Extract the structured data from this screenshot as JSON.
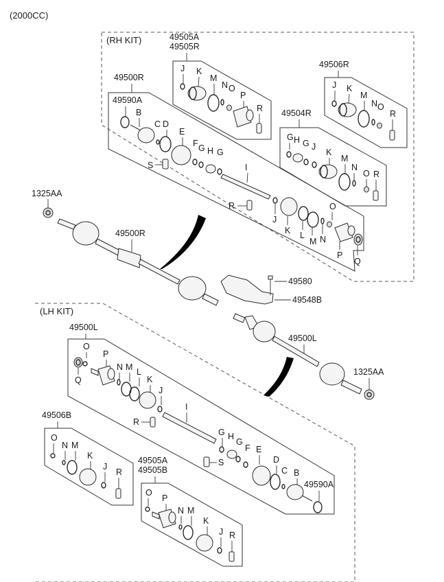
{
  "header": {
    "engine_label": "(2000CC)"
  },
  "rh_kit": {
    "title": "(RH KIT)",
    "assembly_label": "49500R",
    "groups": {
      "main": {
        "label": "49500R",
        "parts": [
          "49590A",
          "B",
          "C",
          "D",
          "E",
          "F",
          "G",
          "H",
          "G",
          "S",
          "I",
          "R",
          "J",
          "K",
          "L",
          "M",
          "N",
          "O",
          "P",
          "Q"
        ]
      },
      "kit_49505": {
        "labels": [
          "49505A",
          "49505R"
        ],
        "parts": [
          "J",
          "K",
          "M",
          "N",
          "O",
          "P",
          "R"
        ]
      },
      "kit_49506": {
        "label": "49506R",
        "parts": [
          "J",
          "K",
          "M",
          "N",
          "O",
          "R"
        ]
      },
      "kit_49504": {
        "label": "49504R",
        "parts": [
          "G",
          "H",
          "G",
          "J",
          "K",
          "M",
          "N",
          "O",
          "R"
        ]
      }
    }
  },
  "lh_kit": {
    "title": "(LH KIT)",
    "assembly_label": "49500L",
    "groups": {
      "main": {
        "label": "49500L",
        "parts": [
          "O",
          "P",
          "Q",
          "N",
          "M",
          "L",
          "K",
          "J",
          "R",
          "I",
          "G",
          "H",
          "G",
          "F",
          "S",
          "E",
          "D",
          "C",
          "B",
          "49590A"
        ]
      },
      "kit_49506": {
        "label": "49506B",
        "parts": [
          "O",
          "N",
          "M",
          "K",
          "J",
          "R"
        ]
      },
      "kit_49505": {
        "labels": [
          "49505A",
          "49505B"
        ],
        "parts": [
          "O",
          "P",
          "N",
          "M",
          "K",
          "J",
          "R"
        ]
      }
    }
  },
  "standalone_parts": {
    "nut_rh": "1325AA",
    "nut_lh": "1325AA",
    "bolt": "49580",
    "bracket": "49548B"
  }
}
